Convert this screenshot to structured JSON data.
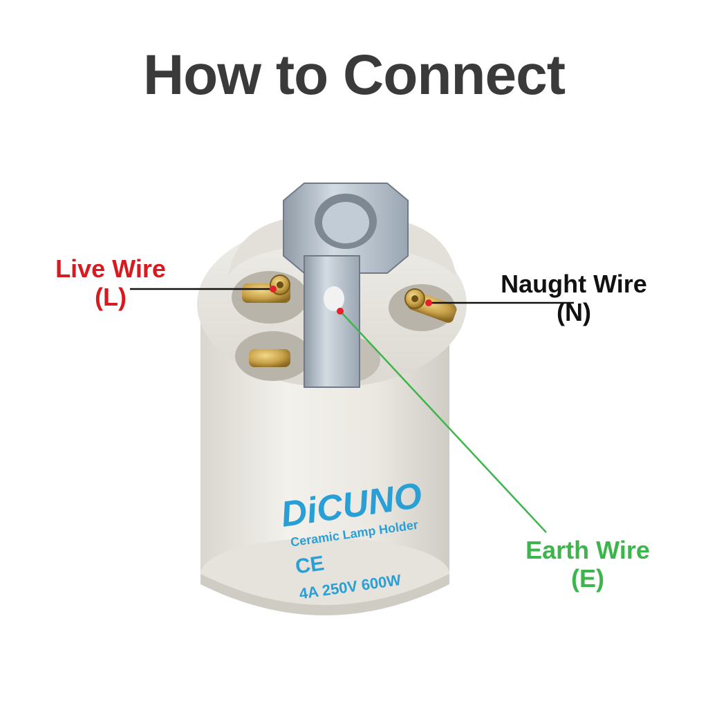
{
  "title": "How to Connect",
  "labels": {
    "live": {
      "name": "Live Wire",
      "code": "(L)",
      "color": "#d71920"
    },
    "neutral": {
      "name": "Naught Wire",
      "code": "(N)",
      "color": "#111111"
    },
    "earth": {
      "name": "Earth Wire",
      "code": "(E)",
      "color": "#3cb54a"
    }
  },
  "product_text": {
    "brand": "DiCUNO",
    "subtitle": "Ceramic Lamp Holder",
    "rating": "4A 250V 600W"
  },
  "colors": {
    "title": "#3a3a3a",
    "porcelain": "#eceae4",
    "brass": "#c9a24a",
    "metal": "#b7c3cf",
    "print": "#2a9fd6"
  }
}
